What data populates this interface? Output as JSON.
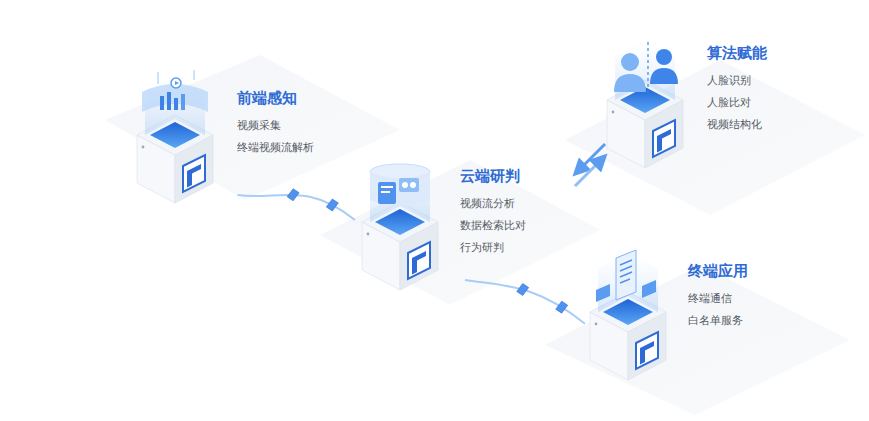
{
  "diagram": {
    "nodes": [
      {
        "text": [
          "前端感知",
          "视频采集",
          "终端视频流解析"
        ]
      },
      {
        "text": [
          "云端研判",
          "视频流分析",
          "数据检索比对",
          "行为研判"
        ]
      },
      {
        "text": [
          "算法赋能",
          "人脸识别",
          "人脸比对",
          "视频结构化"
        ]
      },
      {
        "text": [
          "终端应用",
          "终端通信",
          "白名单服务"
        ]
      }
    ],
    "edges": [
      {
        "from": 0,
        "to": 1,
        "arrow": "none"
      },
      {
        "from": 1,
        "to": 3,
        "arrow": "none"
      },
      {
        "from": 1,
        "to": 2,
        "arrow": "both"
      }
    ]
  }
}
